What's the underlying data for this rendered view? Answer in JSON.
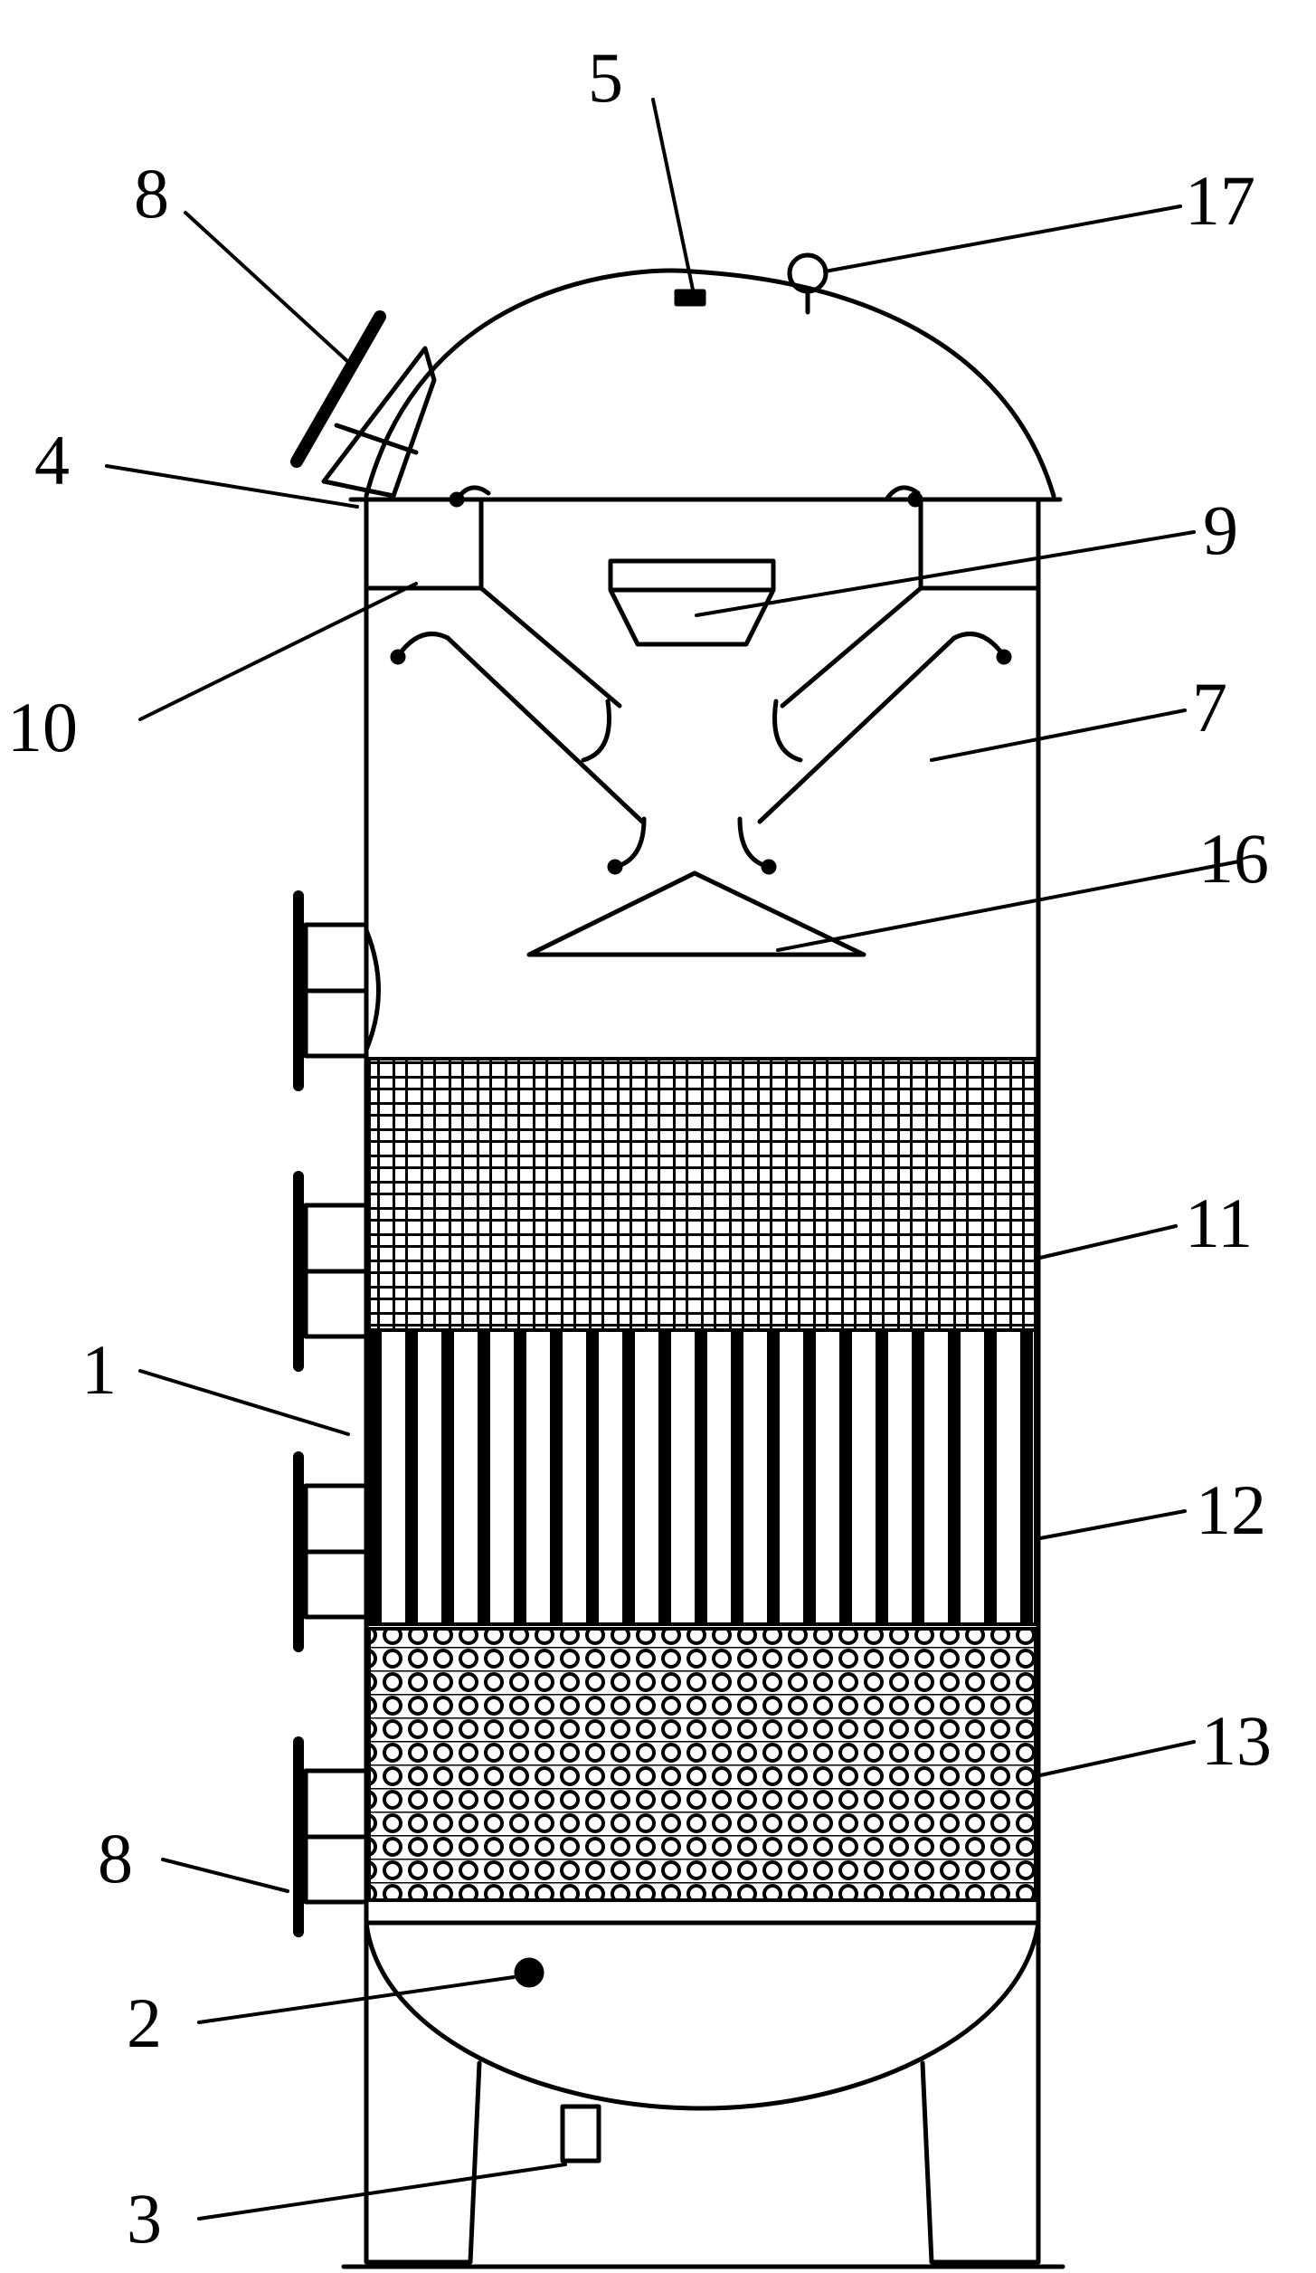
{
  "colors": {
    "stroke": "#000000",
    "background": "#ffffff"
  },
  "callouts": {
    "c5": "5",
    "c17": "17",
    "c8_top": "8",
    "c4": "4",
    "c9": "9",
    "c10": "10",
    "c7": "7",
    "c16": "16",
    "c11": "11",
    "c1": "1",
    "c12": "12",
    "c13": "13",
    "c8_bottom": "8",
    "c2": "2",
    "c3": "3"
  }
}
